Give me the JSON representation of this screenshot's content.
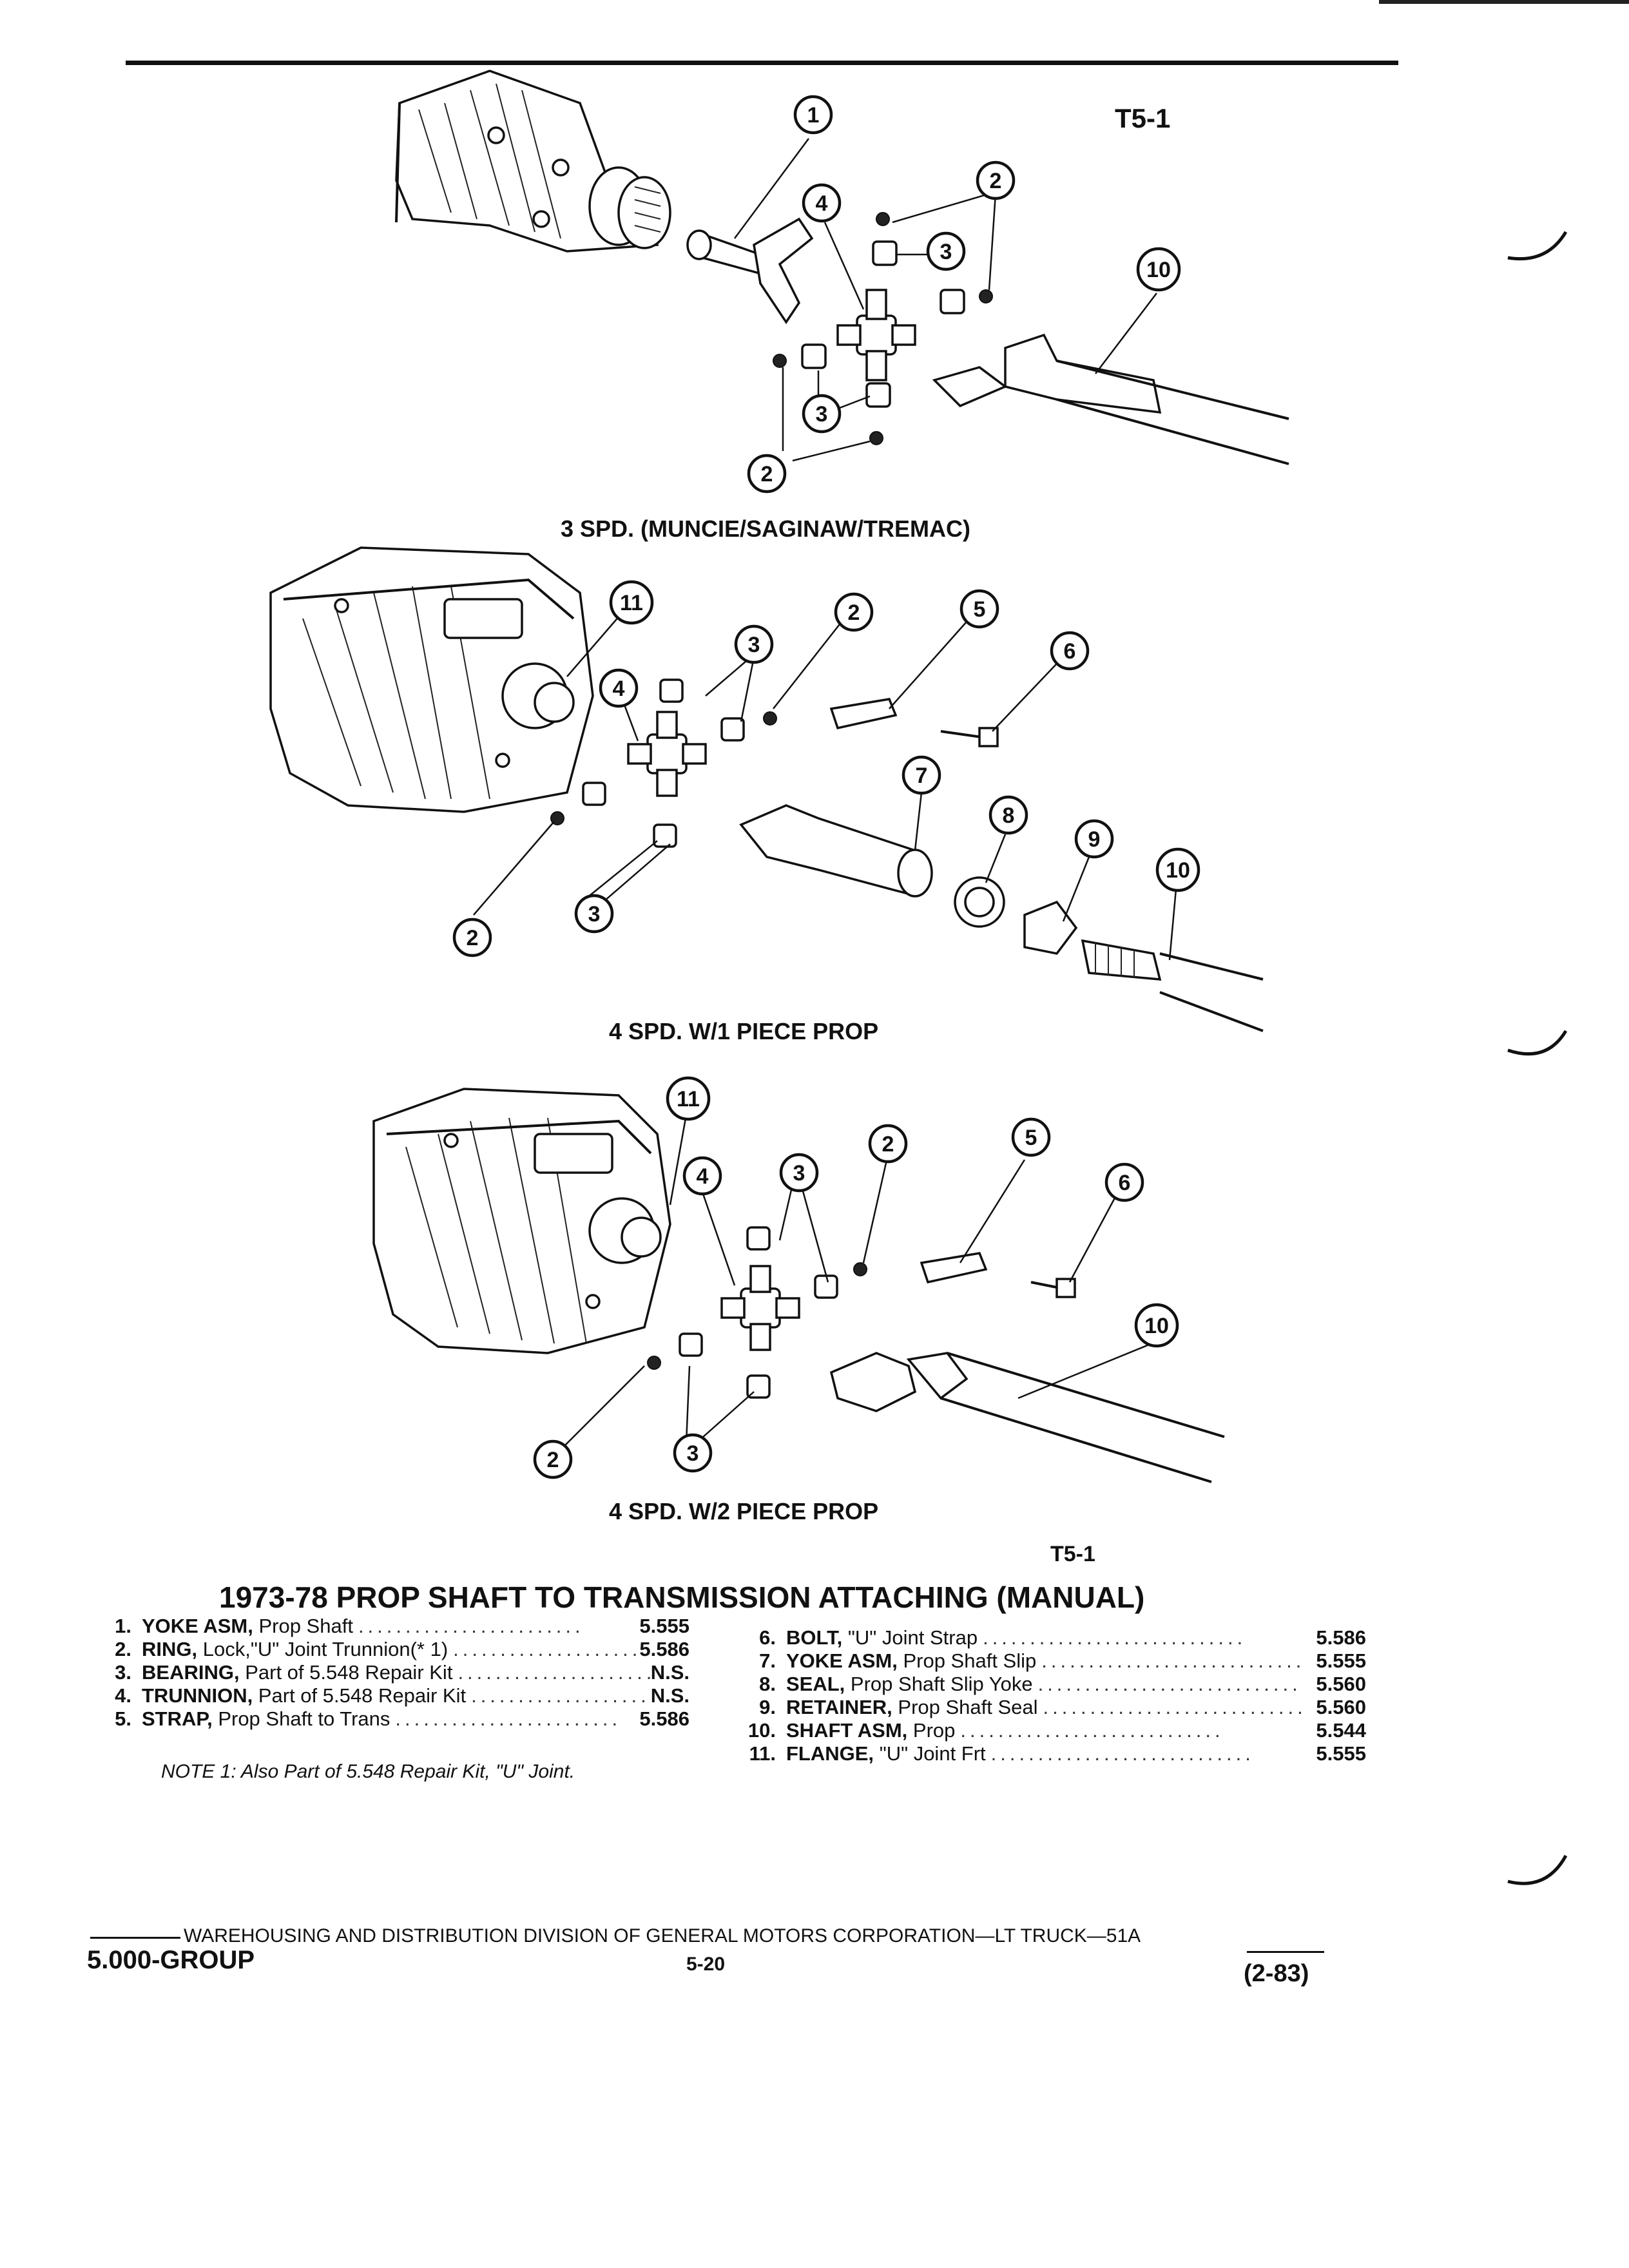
{
  "figure": {
    "ref_top": "T5-1",
    "ref_bottom": "T5-1",
    "captions": {
      "spd3": "3 SPD. (MUNCIE/SAGINAW/TREMAC)",
      "spd4_1": "4 SPD. W/1 PIECE PROP",
      "spd4_2": "4 SPD. W/2 PIECE PROP"
    },
    "callouts": [
      "1",
      "2",
      "3",
      "4",
      "5",
      "6",
      "7",
      "8",
      "9",
      "10",
      "11"
    ]
  },
  "section_title": "1973-78 PROP SHAFT TO TRANSMISSION ATTACHING (MANUAL)",
  "parts_left": [
    {
      "num": "1.",
      "name": "YOKE ASM,",
      "desc": "Prop Shaft",
      "ref": "5.555"
    },
    {
      "num": "2.",
      "name": "RING,",
      "desc": "Lock,\"U\" Joint Trunnion(* 1)",
      "ref": "5.586"
    },
    {
      "num": "3.",
      "name": "BEARING,",
      "desc": "Part of 5.548 Repair Kit",
      "ref": "N.S."
    },
    {
      "num": "4.",
      "name": "TRUNNION,",
      "desc": "Part of 5.548 Repair Kit",
      "ref": "N.S."
    },
    {
      "num": "5.",
      "name": "STRAP,",
      "desc": "Prop Shaft to Trans",
      "ref": "5.586"
    }
  ],
  "parts_right": [
    {
      "num": "6.",
      "name": "BOLT,",
      "desc": "\"U\" Joint Strap",
      "ref": "5.586"
    },
    {
      "num": "7.",
      "name": "YOKE ASM,",
      "desc": "Prop Shaft Slip",
      "ref": "5.555"
    },
    {
      "num": "8.",
      "name": "SEAL,",
      "desc": "Prop Shaft Slip Yoke",
      "ref": "5.560"
    },
    {
      "num": "9.",
      "name": "RETAINER,",
      "desc": "Prop Shaft Seal",
      "ref": "5.560"
    },
    {
      "num": "10.",
      "name": "SHAFT ASM,",
      "desc": "Prop",
      "ref": "5.544"
    },
    {
      "num": "11.",
      "name": "FLANGE,",
      "desc": "\"U\" Joint Frt",
      "ref": "5.555"
    }
  ],
  "note": "NOTE 1: Also Part of 5.548 Repair Kit, \"U\" Joint.",
  "footer": {
    "line": "WAREHOUSING AND DISTRIBUTION  DIVISION OF GENERAL MOTORS CORPORATION—LT TRUCK—51A",
    "group": "5.000-GROUP",
    "page": "5-20",
    "date": "(2-83)"
  }
}
